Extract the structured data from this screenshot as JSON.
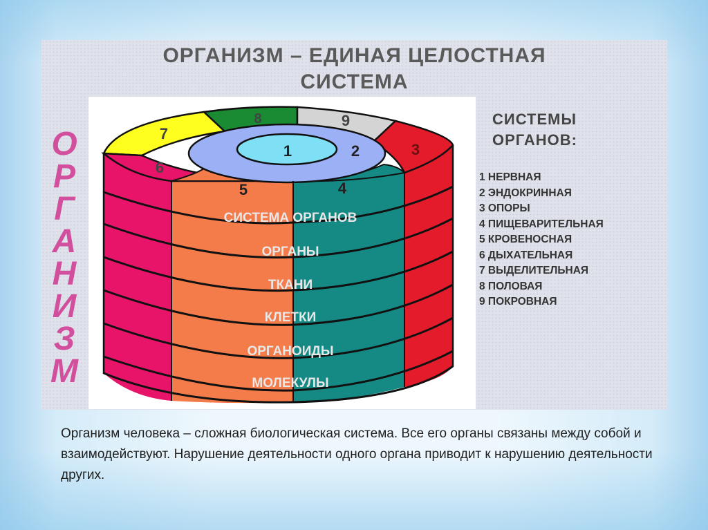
{
  "title": "ОРГАНИЗМ – ЕДИНАЯ ЦЕЛОСТНАЯ\nСИСТЕМА",
  "title_lines": [
    "ОРГАНИЗМ – ЕДИНАЯ ЦЕЛОСТНАЯ",
    "СИСТЕМА"
  ],
  "vertical_word": [
    "О",
    "Р",
    "Г",
    "А",
    "Н",
    "И",
    "З",
    "М"
  ],
  "systems_title_lines": [
    "СИСТЕМЫ",
    "ОРГАНОВ:"
  ],
  "systems_list": [
    "1 НЕРВНАЯ",
    "2 ЭНДОКРИННАЯ",
    "3 ОПОРЫ",
    "4 ПИЩЕВАРИТЕЛЬНАЯ",
    "5 КРОВЕНОСНАЯ",
    "6 ДЫХАТЕЛЬНАЯ",
    "7 ВЫДЕЛИТЕЛЬНАЯ",
    "8 ПОЛОВАЯ",
    "9 ПОКРОВНАЯ"
  ],
  "cylinder": {
    "top_numbers": [
      "1",
      "2",
      "3",
      "4",
      "5",
      "6",
      "7",
      "8",
      "9"
    ],
    "levels": [
      "СИСТЕМА ОРГАНОВ",
      "ОРГАНЫ",
      "ТКАНИ",
      "КЛЕТКИ",
      "ОРГАНОИДЫ",
      "МОЛЕКУЛЫ"
    ],
    "colors": {
      "pink": "#e8146a",
      "orange": "#f47b4a",
      "teal": "#158a84",
      "red": "#e31b2b",
      "yellow": "#ffff1f",
      "green": "#1a8a33",
      "gray": "#d4d4d4",
      "ring": "#9bb0f5",
      "core": "#7fe0f5"
    }
  },
  "caption": "Организм человека – сложная биологическая система. Все его органы связаны между собой и взаимодействуют. Нарушение деятельности одного органа приводит к нарушению деятельности других."
}
